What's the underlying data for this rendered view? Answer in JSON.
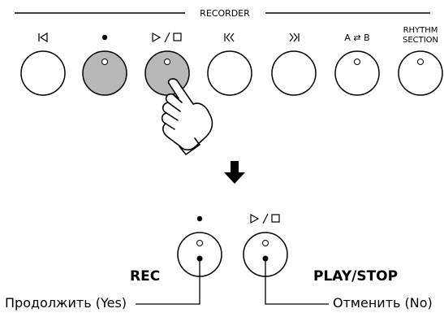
{
  "section_title": "RECORDER",
  "top_buttons": [
    {
      "name": "reset-button",
      "label": "|◁",
      "pressed": false,
      "indicator": false
    },
    {
      "name": "rec-button",
      "label": "●",
      "pressed": true,
      "indicator": true
    },
    {
      "name": "play-stop-button",
      "label": "▷/□",
      "pressed": true,
      "indicator": true
    },
    {
      "name": "rewind-button",
      "label": "《",
      "pressed": false,
      "indicator": false
    },
    {
      "name": "forward-button",
      "label": "》|",
      "pressed": false,
      "indicator": false
    },
    {
      "name": "a-b-repeat-button",
      "label": "A ⇄ B",
      "pressed": false,
      "indicator": true
    },
    {
      "name": "rhythm-section-button",
      "label_line1": "RHYTHM",
      "label_line2": "SECTION",
      "pressed": false,
      "indicator": true
    }
  ],
  "bottom": {
    "rec_symbol": "●",
    "play_symbol": "▷/□",
    "rec_label": "REC",
    "play_label": "PLAY/STOP",
    "rec_caption": "Продолжить (Yes)",
    "play_caption": "Отменить (No)"
  }
}
